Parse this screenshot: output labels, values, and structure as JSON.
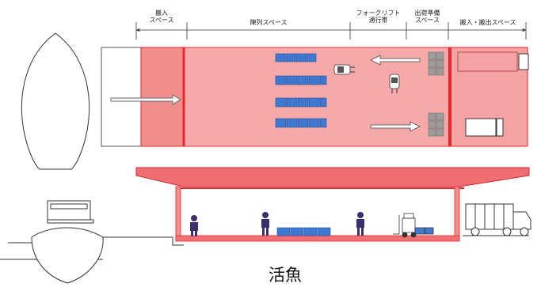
{
  "zones": [
    {
      "line1": "搬入",
      "line2": "スペース"
    },
    {
      "line1": "陳列スペース",
      "line2": ""
    },
    {
      "line1": "フォークリフト",
      "line2": "通行帯"
    },
    {
      "line1": "出荷準備",
      "line2": "スペース"
    },
    {
      "line1": "搬入・搬出スペース",
      "line2": ""
    }
  ],
  "caption": "活魚",
  "colors": {
    "zone_fill": "#f7a9a9",
    "zone_fill_dark": "#f08d8d",
    "frame_red": "#e8262a",
    "roof_red": "#ef6f73",
    "pallet_blue": "#3f78d0",
    "crate_gray": "#9c9c9c",
    "outline": "#333333"
  }
}
